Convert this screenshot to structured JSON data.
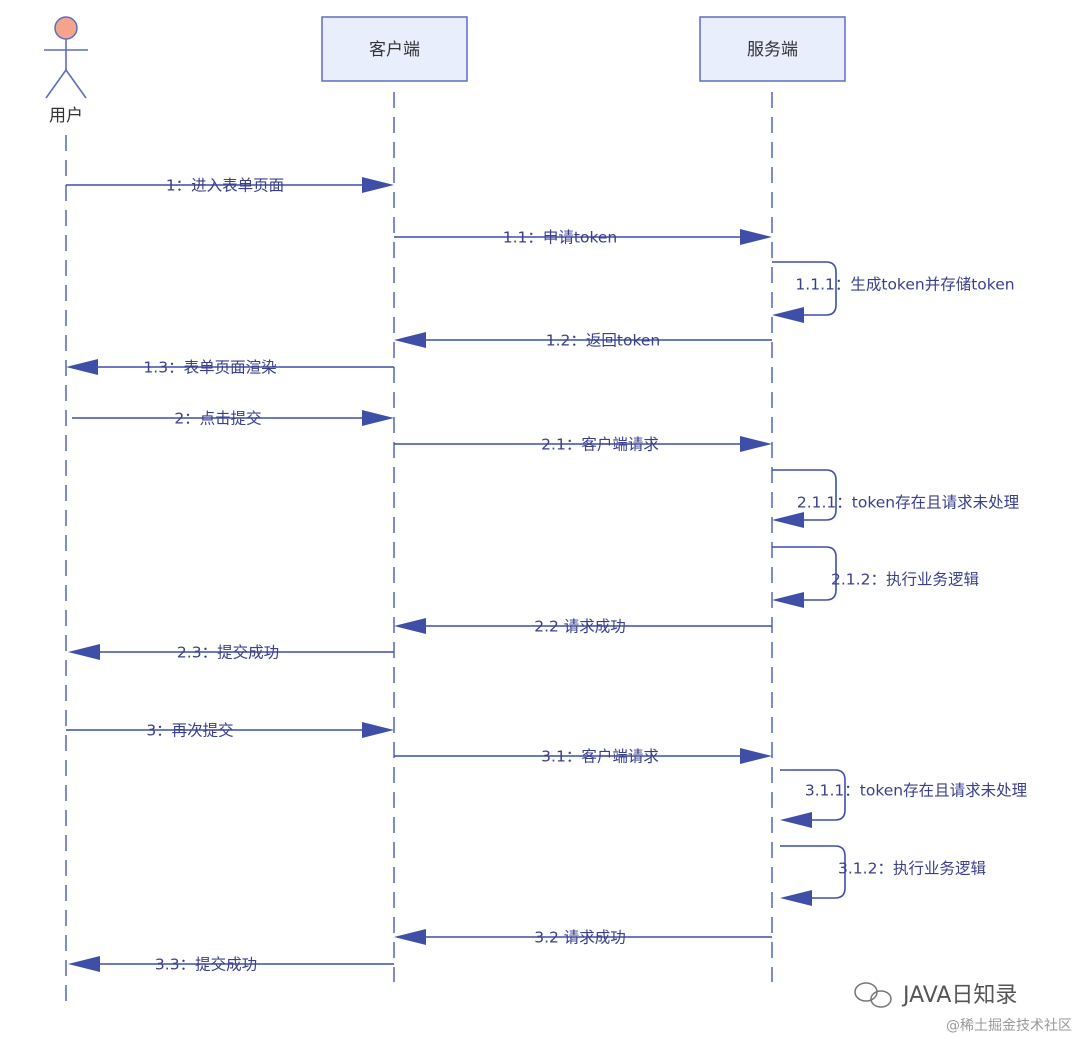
{
  "participants": {
    "user": "用户",
    "client": "客户端",
    "server": "服务端"
  },
  "messages": [
    {
      "id": "m1",
      "label": "1：进入表单页面",
      "from": "user",
      "to": "client"
    },
    {
      "id": "m1_1",
      "label": "1.1：申请token",
      "from": "client",
      "to": "server"
    },
    {
      "id": "m1_1_1",
      "label": "1.1.1：生成token并存储token",
      "from": "server",
      "to": "server"
    },
    {
      "id": "m1_2",
      "label": "1.2：返回token",
      "from": "server",
      "to": "client"
    },
    {
      "id": "m1_3",
      "label": "1.3：表单页面渲染",
      "from": "client",
      "to": "user"
    },
    {
      "id": "m2",
      "label": "2：点击提交",
      "from": "user",
      "to": "client"
    },
    {
      "id": "m2_1",
      "label": "2.1：客户端请求",
      "from": "client",
      "to": "server"
    },
    {
      "id": "m2_1_1",
      "label": "2.1.1：token存在且请求未处理",
      "from": "server",
      "to": "server"
    },
    {
      "id": "m2_1_2",
      "label": "2.1.2：执行业务逻辑",
      "from": "server",
      "to": "server"
    },
    {
      "id": "m2_2",
      "label": "2.2 请求成功",
      "from": "server",
      "to": "client"
    },
    {
      "id": "m2_3",
      "label": "2.3：提交成功",
      "from": "client",
      "to": "user"
    },
    {
      "id": "m3",
      "label": "3：再次提交",
      "from": "user",
      "to": "client"
    },
    {
      "id": "m3_1",
      "label": "3.1：客户端请求",
      "from": "client",
      "to": "server"
    },
    {
      "id": "m3_1_1",
      "label": "3.1.1：token存在且请求未处理",
      "from": "server",
      "to": "server"
    },
    {
      "id": "m3_1_2",
      "label": "3.1.2：执行业务逻辑",
      "from": "server",
      "to": "server"
    },
    {
      "id": "m3_2",
      "label": "3.2 请求成功",
      "from": "server",
      "to": "client"
    },
    {
      "id": "m3_3",
      "label": "3.3：提交成功",
      "from": "client",
      "to": "user"
    }
  ],
  "watermark": {
    "account": "JAVA日知录",
    "source": "@稀土掘金技术社区"
  },
  "colors": {
    "line": "#3f4fa8",
    "box_fill": "#e8eefc",
    "box_stroke": "#5b6fc0",
    "actor_head": "#f4a38c",
    "text": "#3a3f8c"
  }
}
